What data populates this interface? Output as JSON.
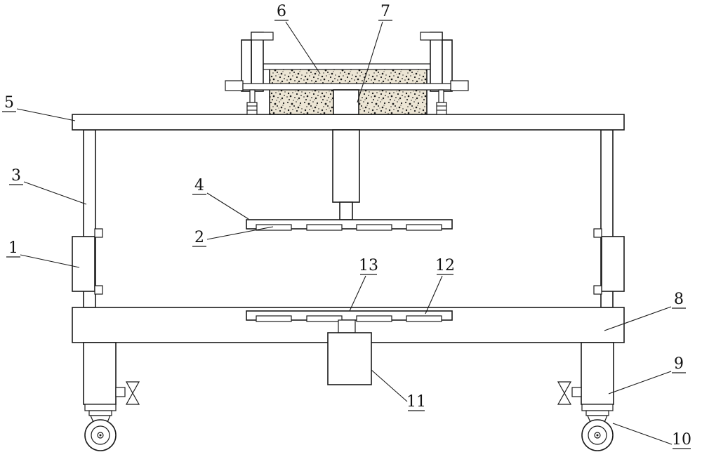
{
  "figure": {
    "background_color": "#ffffff",
    "line_color": "#1a1a1a",
    "stipple_fill_color": "#ece5d4",
    "stipple_dot_color": "#1a1a1a"
  },
  "labels": [
    {
      "text": "1"
    },
    {
      "text": "2"
    },
    {
      "text": "3"
    },
    {
      "text": "4"
    },
    {
      "text": "5"
    },
    {
      "text": "6"
    },
    {
      "text": "7"
    },
    {
      "text": "8"
    },
    {
      "text": "9"
    },
    {
      "text": "10"
    },
    {
      "text": "11"
    },
    {
      "text": "12"
    },
    {
      "text": "13"
    }
  ]
}
